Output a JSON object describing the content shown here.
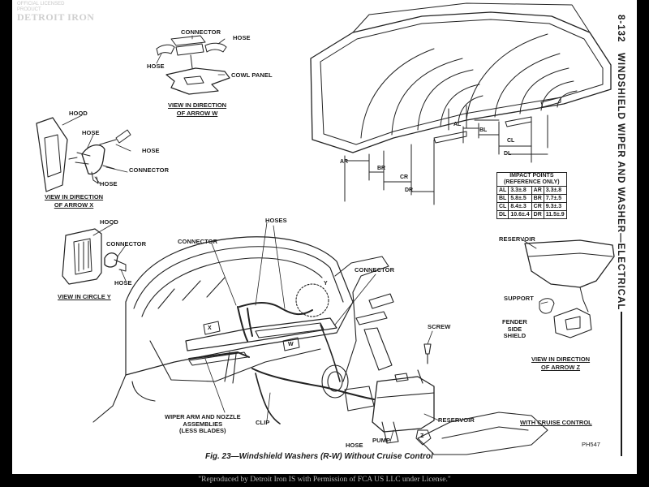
{
  "page": {
    "number": "8-132",
    "section_title": "WINDSHIELD WIPER AND WASHER—ELECTRICAL",
    "caption": "Fig. 23—Windshield Washers (R-W) Without Cruise Control",
    "figure_id": "PH547",
    "footer": "\"Reproduced by Detroit Iron IS with Permission of FCA US LLC under License.\""
  },
  "watermark": {
    "line1": "OFFICIAL LICENSED",
    "line2": "PRODUCT",
    "brand": "DETROIT IRON"
  },
  "views": {
    "arrow_w": {
      "line1": "VIEW IN DIRECTION",
      "line2": "OF ARROW W"
    },
    "arrow_x": {
      "line1": "VIEW IN DIRECTION",
      "line2": "OF ARROW X"
    },
    "circle_y": "VIEW IN CIRCLE Y",
    "arrow_z": {
      "line1": "VIEW IN DIRECTION",
      "line2": "OF ARROW Z"
    },
    "cruise": "WITH CRUISE CONTROL"
  },
  "labels": {
    "connector": "CONNECTOR",
    "hose": "HOSE",
    "hoses": "HOSES",
    "cowl_panel": "COWL PANEL",
    "hood": "HOOD",
    "reservoir": "RESERVOIR",
    "support": "SUPPORT",
    "fender_shield": {
      "line1": "FENDER",
      "line2": "SIDE",
      "line3": "SHIELD"
    },
    "screw": "SCREW",
    "clip": "CLIP",
    "pump": "PUMP",
    "wiper_arm": {
      "line1": "WIPER ARM AND NOZZLE",
      "line2": "ASSEMBLIES",
      "line3": "(LESS BLADES)"
    }
  },
  "callouts": {
    "w": "W",
    "x": "X",
    "y": "Y",
    "z": "Z"
  },
  "dimensions": {
    "al": "AL",
    "bl": "BL",
    "cl": "CL",
    "dl": "DL",
    "ar": "AR",
    "br": "BR",
    "cr": "CR",
    "dr": "DR"
  },
  "impact_table": {
    "title1": "IMPACT POINTS",
    "title2": "(REFERENCE ONLY)",
    "rows": [
      {
        "k1": "AL",
        "v1": "3.3±.8",
        "k2": "AR",
        "v2": "3.3±.8"
      },
      {
        "k1": "BL",
        "v1": "5.8±.5",
        "k2": "BR",
        "v2": "7.7±.5"
      },
      {
        "k1": "CL",
        "v1": "8.4±.3",
        "k2": "CR",
        "v2": "9.3±.3"
      },
      {
        "k1": "DL",
        "v1": "10.6±.4",
        "k2": "DR",
        "v2": "11.5±.9"
      }
    ]
  }
}
